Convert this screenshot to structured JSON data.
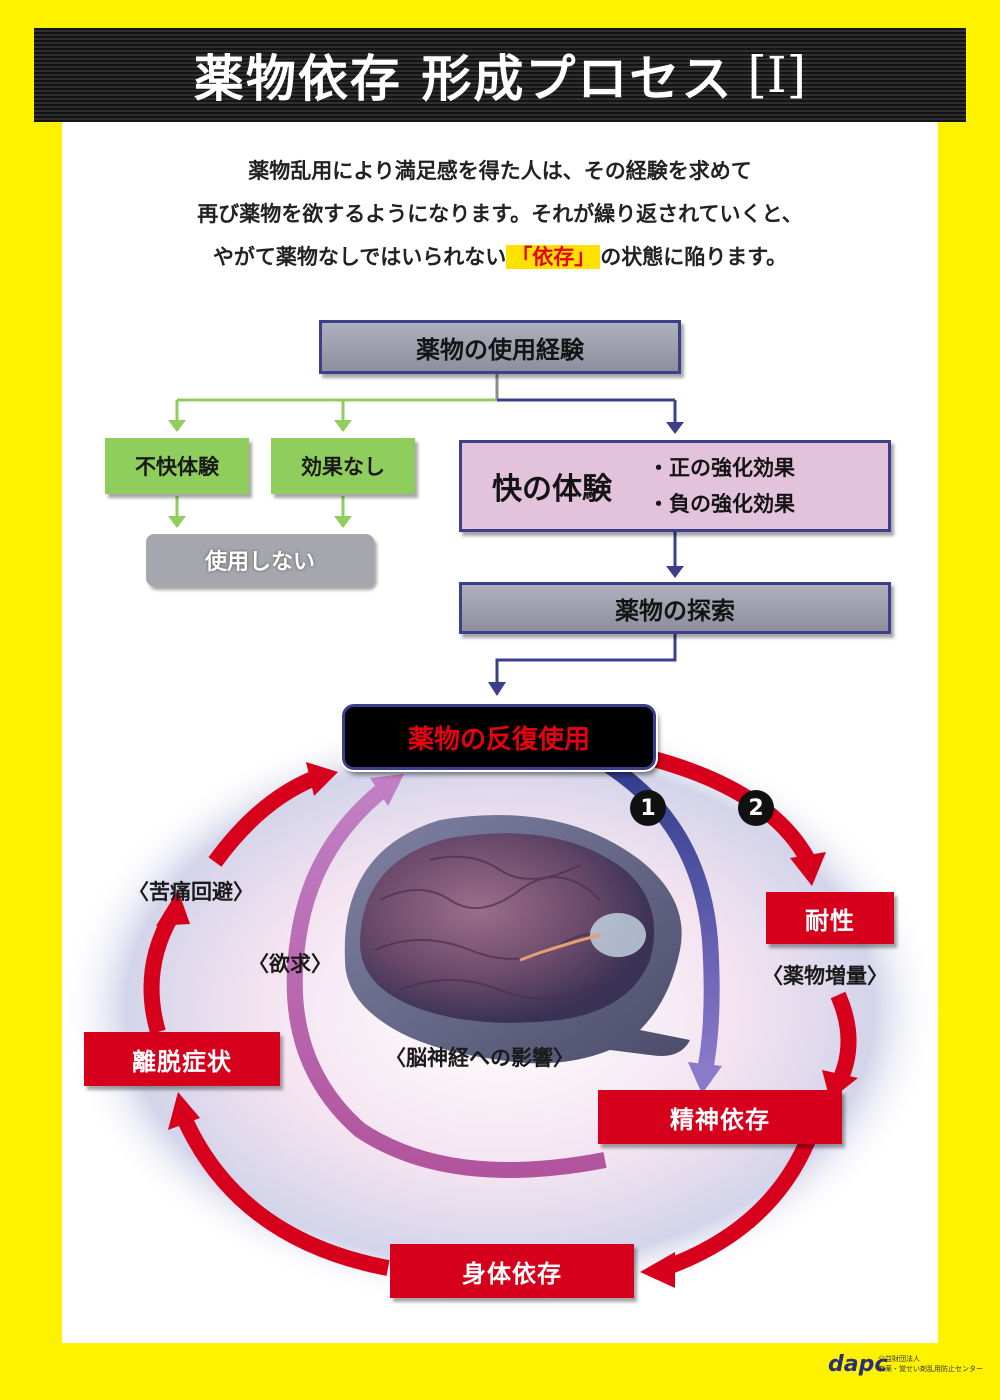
{
  "title": {
    "main": "薬物依存 形成プロセス",
    "bracket": "[Ⅰ]"
  },
  "intro": {
    "line1": "薬物乱用により満足感を得た人は、その経験を求めて",
    "line2": "再び薬物を欲するようになります。それが繰り返されていくと、",
    "line3_pre": "やがて薬物なしではいられない",
    "line3_hl": "「依存」",
    "line3_post": "の状態に陥ります。"
  },
  "flow": {
    "use_experience": "薬物の使用経験",
    "unpleasant": "不快体験",
    "no_effect": "効果なし",
    "not_use": "使用しない",
    "pleasure": "快の体験",
    "positive": "・正の強化効果",
    "negative": "・負の強化効果",
    "search": "薬物の探索",
    "repeated": "薬物の反復使用"
  },
  "cycle": {
    "num1": "1",
    "num2": "2",
    "tolerance": "耐性",
    "dose_increase": "〈薬物増量〉",
    "mental": "精神依存",
    "physical": "身体依存",
    "withdrawal": "離脱症状",
    "pain_avoid": "〈苦痛回避〉",
    "craving": "〈欲求〉",
    "brain_effect": "〈脳神経への影響〉"
  },
  "footer": {
    "logo": "dapc",
    "org_line1": "公益財団法人",
    "org_line2": "麻薬・覚せい剤乱用防止センター"
  },
  "colors": {
    "yellow": "#fff200",
    "red": "#d7001c",
    "navy": "#3b3f8c",
    "green": "#8fce5c",
    "purple": "#e3c2dc"
  }
}
